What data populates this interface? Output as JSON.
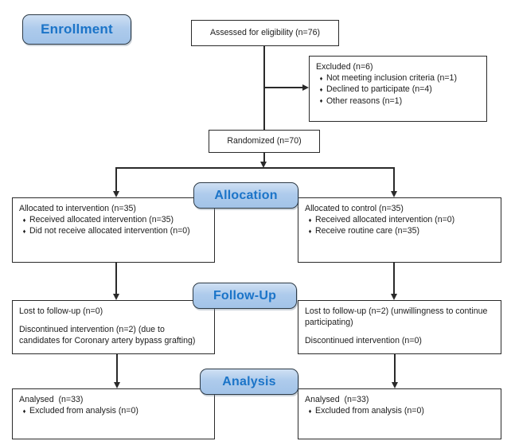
{
  "diagram": {
    "title_semantic": "CONSORT participant flow diagram",
    "bullet": "♦",
    "colors": {
      "stage_label_fill": "#a8c7e9",
      "stage_label_border": "#2d3a46",
      "stage_label_text": "#1b74c8",
      "box_border": "#2a2a2a",
      "box_fill": "#ffffff",
      "connector": "#2a2a2a"
    },
    "stages": {
      "enrollment": "Enrollment",
      "allocation": "Allocation",
      "followup": "Follow-Up",
      "analysis": "Analysis"
    },
    "boxes": {
      "assessed": {
        "text": "Assessed for eligibility (n=76)"
      },
      "excluded": {
        "title": "Excluded (n=6)",
        "items": [
          "Not meeting inclusion criteria (n=1)",
          "Declined to participate (n=4)",
          "Other reasons (n=1)"
        ]
      },
      "randomized": {
        "text": "Randomized (n=70)"
      },
      "alloc_intervention": {
        "title": "Allocated to intervention (n=35)",
        "items": [
          "Received allocated intervention (n=35)",
          "Did not receive allocated intervention (n=0)"
        ]
      },
      "alloc_control": {
        "title": "Allocated to control (n=35)",
        "items": [
          "Received allocated intervention (n=0)",
          "Receive routine care (n=35)"
        ]
      },
      "followup_intervention": {
        "lines": [
          "Lost to follow-up (n=0)",
          "Discontinued intervention (n=2) (due to candidates for Coronary artery bypass grafting)"
        ]
      },
      "followup_control": {
        "lines": [
          "Lost to follow-up (n=2) (unwillingness to continue participating)",
          "Discontinued intervention (n=0)"
        ]
      },
      "analysis_intervention": {
        "title": "Analysed  (n=33)",
        "items": [
          "Excluded from analysis (n=0)"
        ]
      },
      "analysis_control": {
        "title": "Analysed  (n=33)",
        "items": [
          "Excluded from analysis (n=0)"
        ]
      }
    }
  }
}
